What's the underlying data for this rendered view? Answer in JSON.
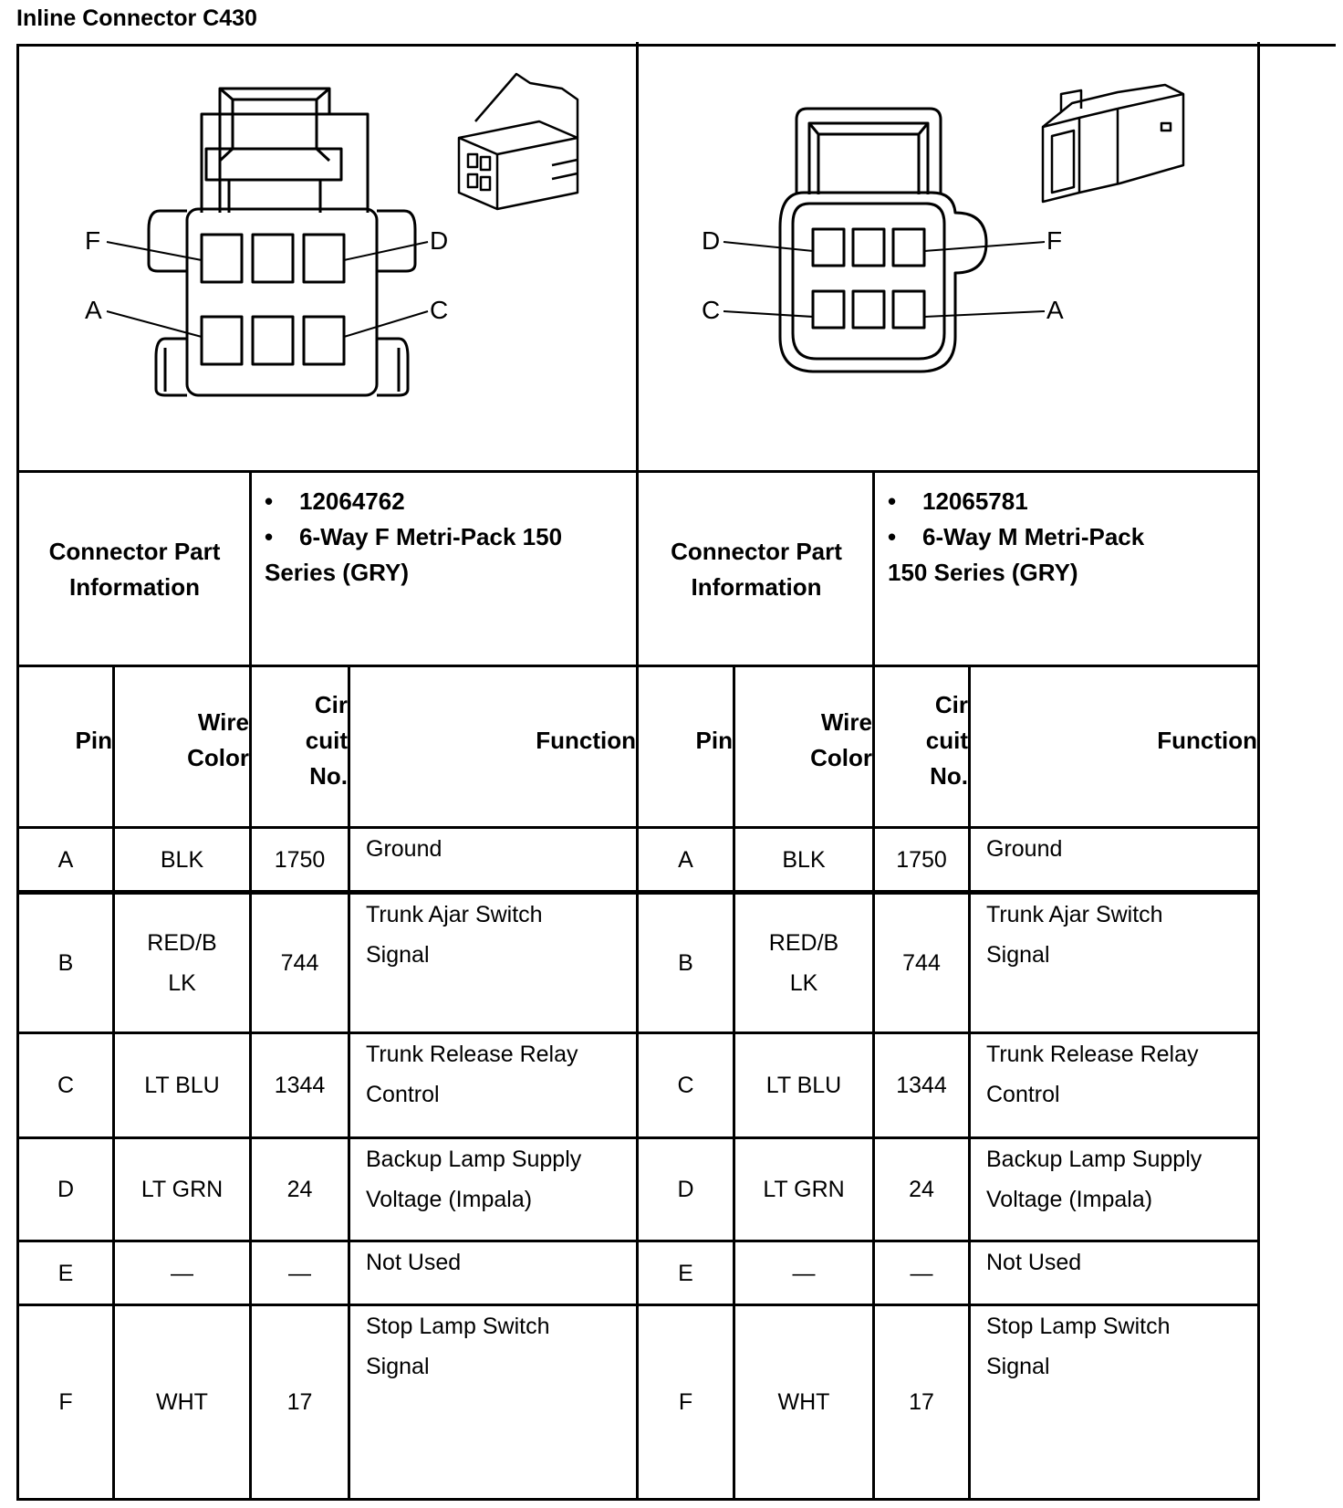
{
  "title": "Inline Connector C430",
  "connectors": [
    {
      "side": "left",
      "pin_labels": {
        "f": "F",
        "d": "D",
        "a": "A",
        "c": "C"
      },
      "part_info_label_1": "Connector Part",
      "part_info_label_2": "Information",
      "part_number": "12064762",
      "description_1": "6-Way F Metri-Pack 150",
      "description_2": "Series (GRY)"
    },
    {
      "side": "right",
      "pin_labels": {
        "d": "D",
        "f": "F",
        "c": "C",
        "a": "A"
      },
      "part_info_label_1": "Connector Part",
      "part_info_label_2": "Information",
      "part_number": "12065781",
      "description_1": "6-Way M Metri-Pack",
      "description_2": "150 Series (GRY)"
    }
  ],
  "bullet": "•",
  "table_headers": {
    "pin": "Pin",
    "wire_color_1": "Wire",
    "wire_color_2": "Color",
    "circuit_1": "Cir",
    "circuit_2": "cuit",
    "circuit_3": "No.",
    "function": "Function"
  },
  "rows": [
    {
      "pin": "A",
      "wire_1": "BLK",
      "wire_2": "",
      "circuit": "1750",
      "function_1": "Ground",
      "function_2": ""
    },
    {
      "pin": "B",
      "wire_1": "RED/B",
      "wire_2": "LK",
      "circuit": "744",
      "function_1": "Trunk Ajar Switch",
      "function_2": "Signal"
    },
    {
      "pin": "C",
      "wire_1": "LT BLU",
      "wire_2": "",
      "circuit": "1344",
      "function_1": "Trunk Release Relay",
      "function_2": "Control"
    },
    {
      "pin": "D",
      "wire_1": "LT GRN",
      "wire_2": "",
      "circuit": "24",
      "function_1": "Backup Lamp Supply",
      "function_2": "Voltage (Impala)"
    },
    {
      "pin": "E",
      "wire_1": "—",
      "wire_2": "",
      "circuit": "—",
      "function_1": "Not Used",
      "function_2": ""
    },
    {
      "pin": "F",
      "wire_1": "WHT",
      "wire_2": "",
      "circuit": "17",
      "function_1": "Stop Lamp Switch",
      "function_2": "Signal"
    }
  ]
}
